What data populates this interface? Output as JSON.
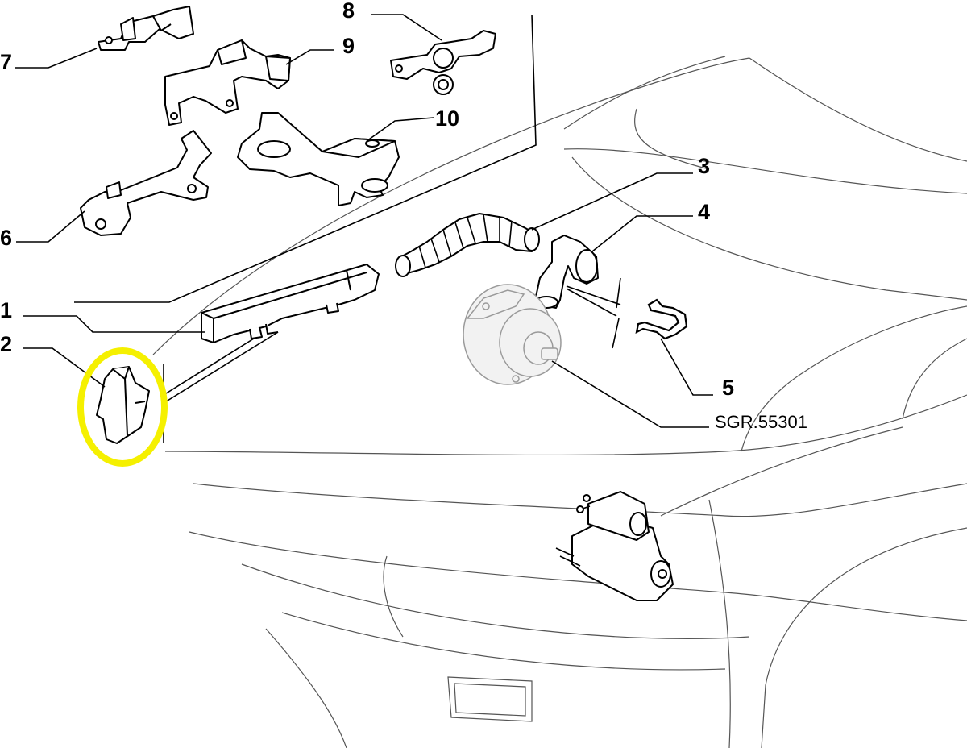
{
  "callouts": {
    "c1": "1",
    "c2": "2",
    "c3": "3",
    "c4": "4",
    "c5": "5",
    "c6": "6",
    "c7": "7",
    "c8": "8",
    "c9": "9",
    "c10": "10"
  },
  "reference_code": "SGR.55301",
  "colors": {
    "highlight": "#f5f000",
    "line": "#000000",
    "car_outline": "#555555"
  }
}
